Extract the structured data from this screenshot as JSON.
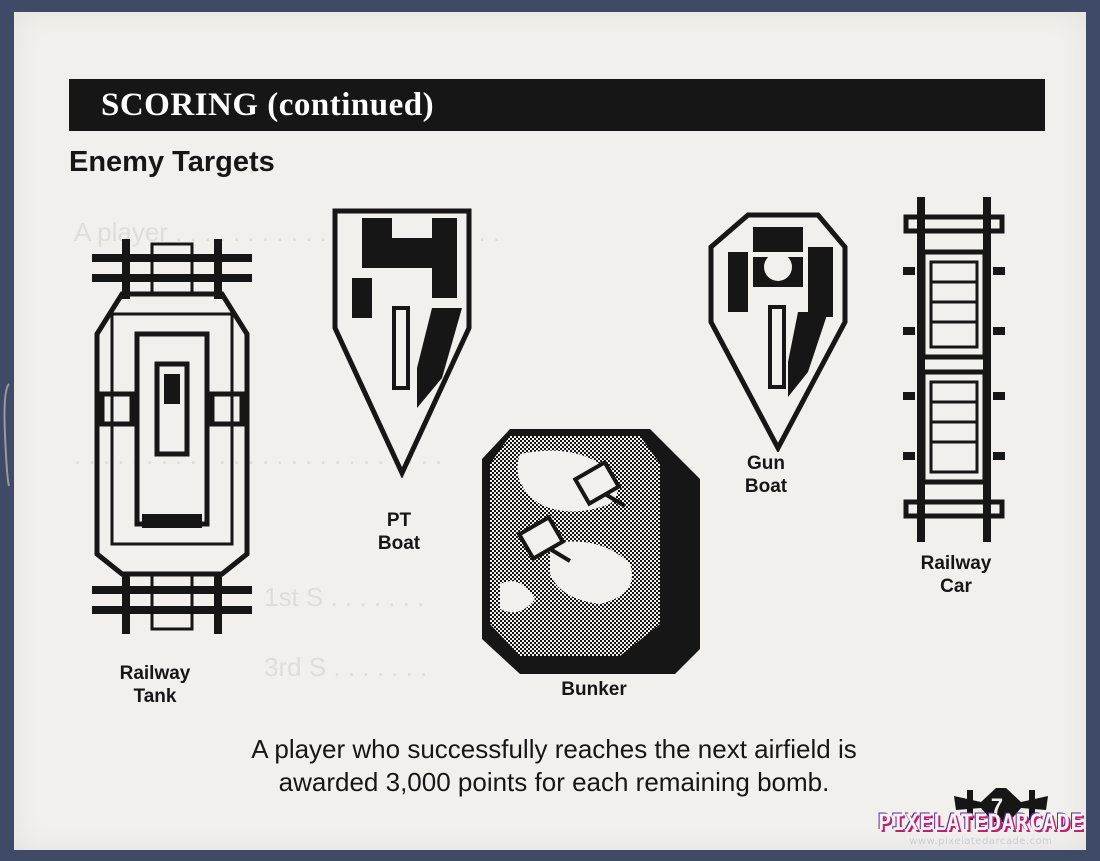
{
  "header": {
    "title": "SCORING (continued)"
  },
  "section": {
    "title": "Enemy Targets"
  },
  "targets": [
    {
      "label": "Railway\nTank",
      "icon": "railway-tank-icon"
    },
    {
      "label": "PT\nBoat",
      "icon": "pt-boat-icon"
    },
    {
      "label": "Bunker",
      "icon": "bunker-icon"
    },
    {
      "label": "Gun\nBoat",
      "icon": "gun-boat-icon"
    },
    {
      "label": "Railway\nCar",
      "icon": "railway-car-icon"
    }
  ],
  "caption": "A player who successfully reaches the next airfield is\nawarded 3,000 points for each remaining bomb.",
  "page_number": "7",
  "watermark": {
    "name": "PIXELATEDARCADE",
    "url": "www.pixelatedarcade.com"
  },
  "colors": {
    "ink": "#161616",
    "paper": "#f1f0ec",
    "border": "#3f4a66"
  }
}
